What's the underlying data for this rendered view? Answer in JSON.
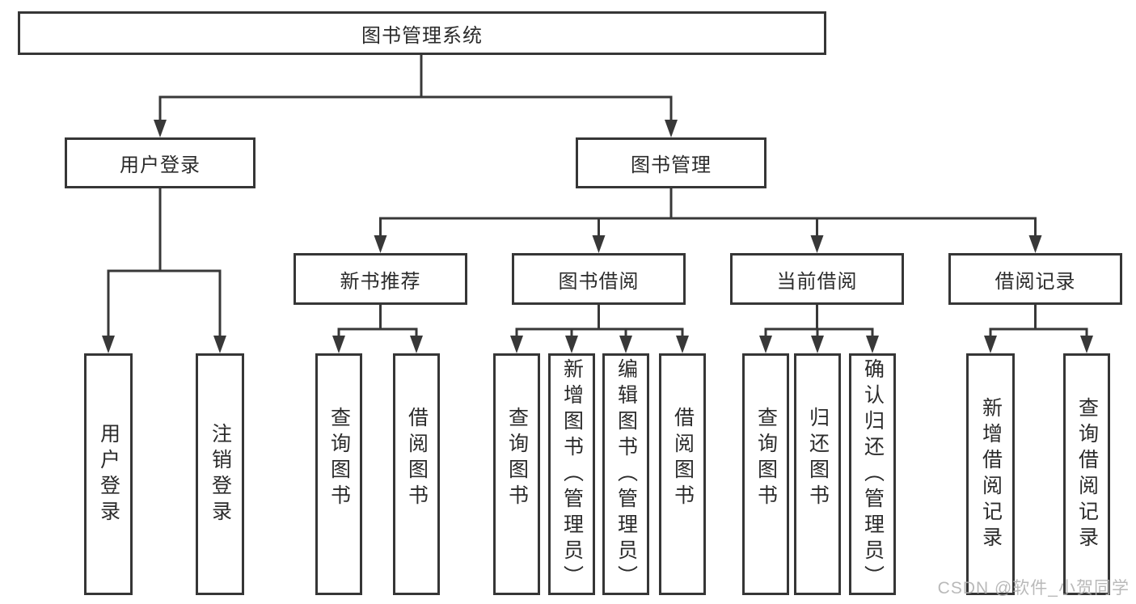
{
  "tree": {
    "root": {
      "label": "图书管理系统",
      "children": [
        {
          "label": "用户登录",
          "children": [
            {
              "label": "用户登录"
            },
            {
              "label": "注销登录"
            }
          ]
        },
        {
          "label": "图书管理",
          "children": [
            {
              "label": "新书推荐",
              "children": [
                {
                  "label": "查询图书"
                },
                {
                  "label": "借阅图书"
                }
              ]
            },
            {
              "label": "图书借阅",
              "children": [
                {
                  "label": "查询图书"
                },
                {
                  "label": "新增图书（管理员）"
                },
                {
                  "label": "编辑图书（管理员）"
                },
                {
                  "label": "借阅图书"
                }
              ]
            },
            {
              "label": "当前借阅",
              "children": [
                {
                  "label": "查询图书"
                },
                {
                  "label": "归还图书"
                },
                {
                  "label": "确认归还（管理员）"
                }
              ]
            },
            {
              "label": "借阅记录",
              "children": [
                {
                  "label": "新增借阅记录"
                },
                {
                  "label": "查询借阅记录"
                }
              ]
            }
          ]
        }
      ]
    }
  },
  "watermark": {
    "text": "CSDN @软件_小贺同学"
  },
  "colors": {
    "line": "#383838",
    "box_border": "#363636",
    "text": "#2b2b2b",
    "background": "#ffffff",
    "watermark": "#b0b0b0"
  }
}
